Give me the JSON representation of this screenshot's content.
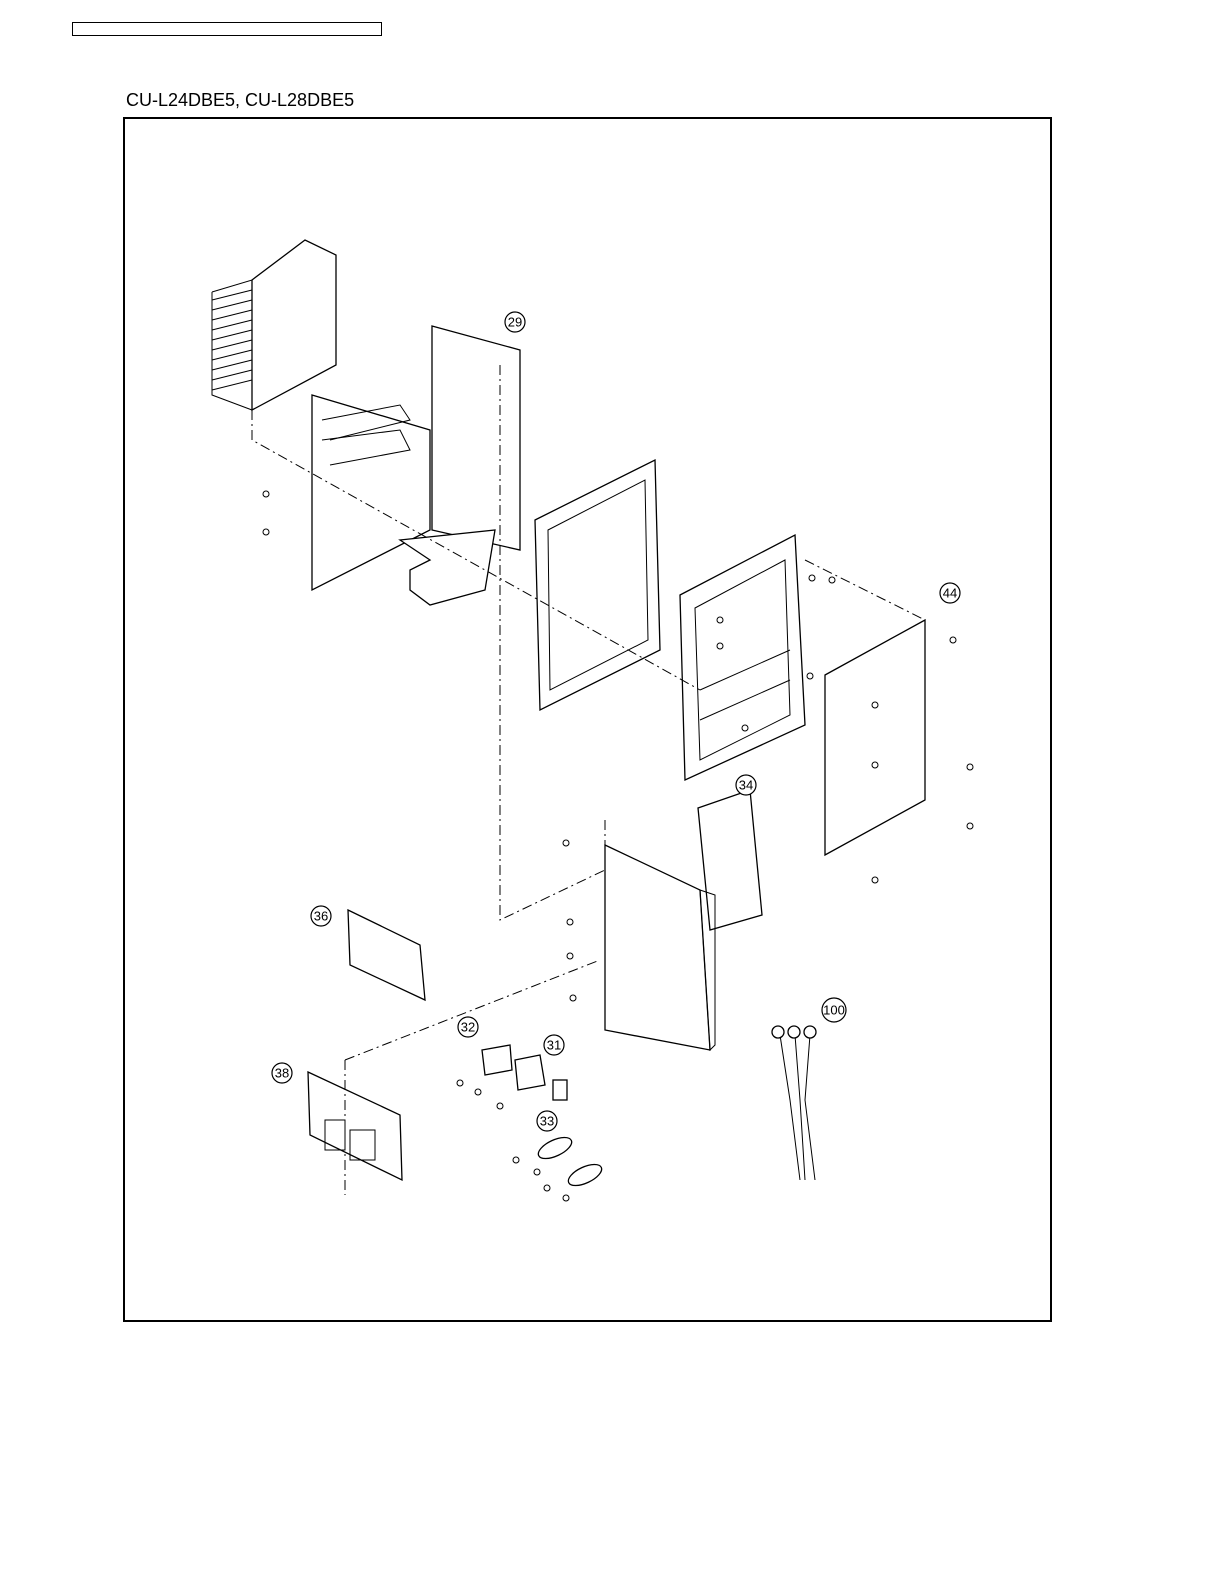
{
  "header": {
    "box_text": ""
  },
  "title": "CU-L24DBE5, CU-L28DBE5",
  "callouts": {
    "c29": "29",
    "c44": "44",
    "c34": "34",
    "c36": "36",
    "c38": "38",
    "c32": "32",
    "c31": "31",
    "c33": "33",
    "c100": "100"
  }
}
